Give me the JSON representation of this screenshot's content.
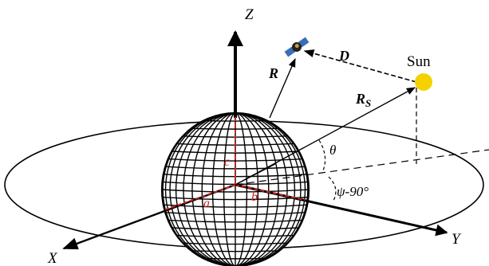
{
  "labels": {
    "z_axis": "Z",
    "x_axis": "X",
    "y_axis": "Y",
    "sun": "Sun",
    "vector_r": "R",
    "vector_d": "D",
    "vector_rs_main": "R",
    "vector_rs_sub": "S",
    "angle_theta": "θ",
    "angle_psi": "ψ-90°",
    "semi_axis_a": "a",
    "semi_axis_b": "b",
    "semi_axis_c": "c"
  },
  "colors": {
    "line": "#000000",
    "semi_axes": "#d42020",
    "sun": "#f5d100",
    "satellite_panel": "#3a6fb5"
  },
  "icons": {
    "satellite": "satellite-icon",
    "sun": "sun-icon"
  }
}
